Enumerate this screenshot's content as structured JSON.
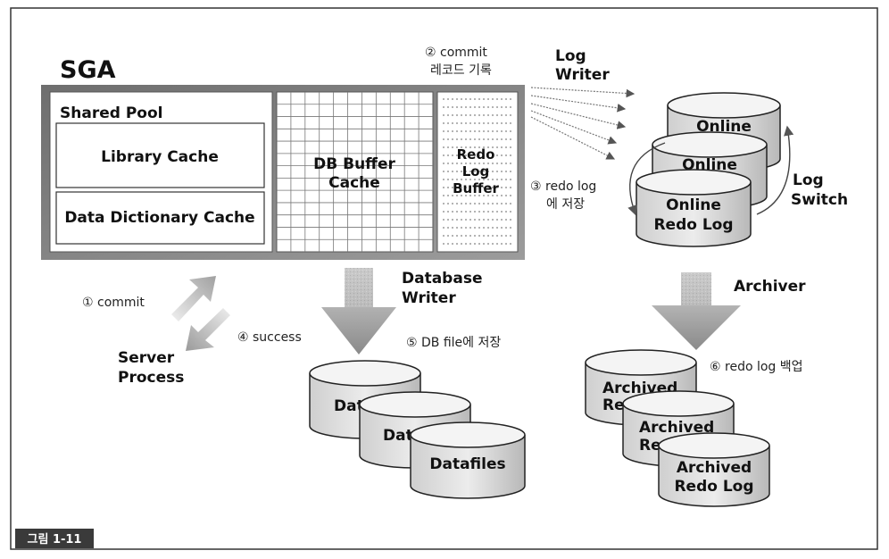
{
  "sga": {
    "title": "SGA",
    "shared_pool": "Shared Pool",
    "library_cache": "Library Cache",
    "data_dictionary_cache": "Data Dictionary Cache",
    "db_buffer_cache": [
      "DB Buffer",
      "Cache"
    ],
    "redo_log_buffer": [
      "Redo",
      "Log",
      "Buffer"
    ]
  },
  "log_writer": [
    "Log",
    "Writer"
  ],
  "step2": [
    "② commit",
    "레코드 기록"
  ],
  "step3": [
    "③ redo log",
    "에 저장"
  ],
  "online_logs": {
    "back": "Online",
    "middle": "Online",
    "front": [
      "Online",
      "Redo Log"
    ]
  },
  "log_switch": [
    "Log",
    "Switch"
  ],
  "step1": "① commit",
  "step4": "④ success",
  "server_process": [
    "Server",
    "Process"
  ],
  "database_writer": [
    "Database",
    "Writer"
  ],
  "step5": "⑤ DB file에 저장",
  "datafiles": {
    "back": "Dat",
    "middle": "Dat",
    "front": "Datafiles"
  },
  "archiver": "Archiver",
  "step6": "⑥ redo log 백업",
  "archived": {
    "back": [
      "Archived",
      "Re"
    ],
    "middle": [
      "Archived",
      "Re"
    ],
    "front": [
      "Archived",
      "Redo Log"
    ]
  },
  "figure_label": "그림 1-11"
}
